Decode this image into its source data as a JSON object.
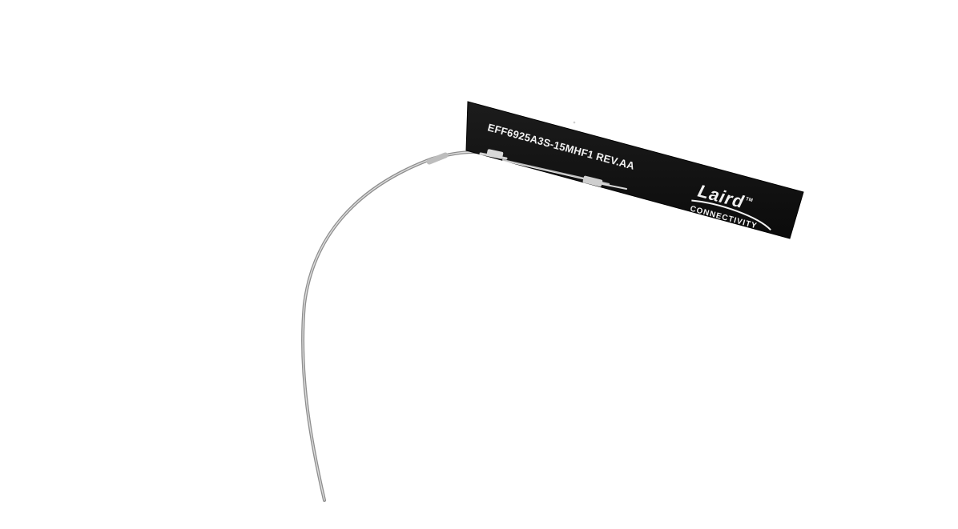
{
  "antenna": {
    "part_number": "EFF6925A3S-15MHF1 REV.AA",
    "logo": {
      "brand": "Laird",
      "trademark": "TM",
      "tagline": "CONNECTIVITY"
    }
  },
  "colors": {
    "background": "#ffffff",
    "pcb": "#121212",
    "silkscreen": "#f2f2f2",
    "cable": "#9a9a9a",
    "cable_highlight": "#d8d8d8"
  }
}
